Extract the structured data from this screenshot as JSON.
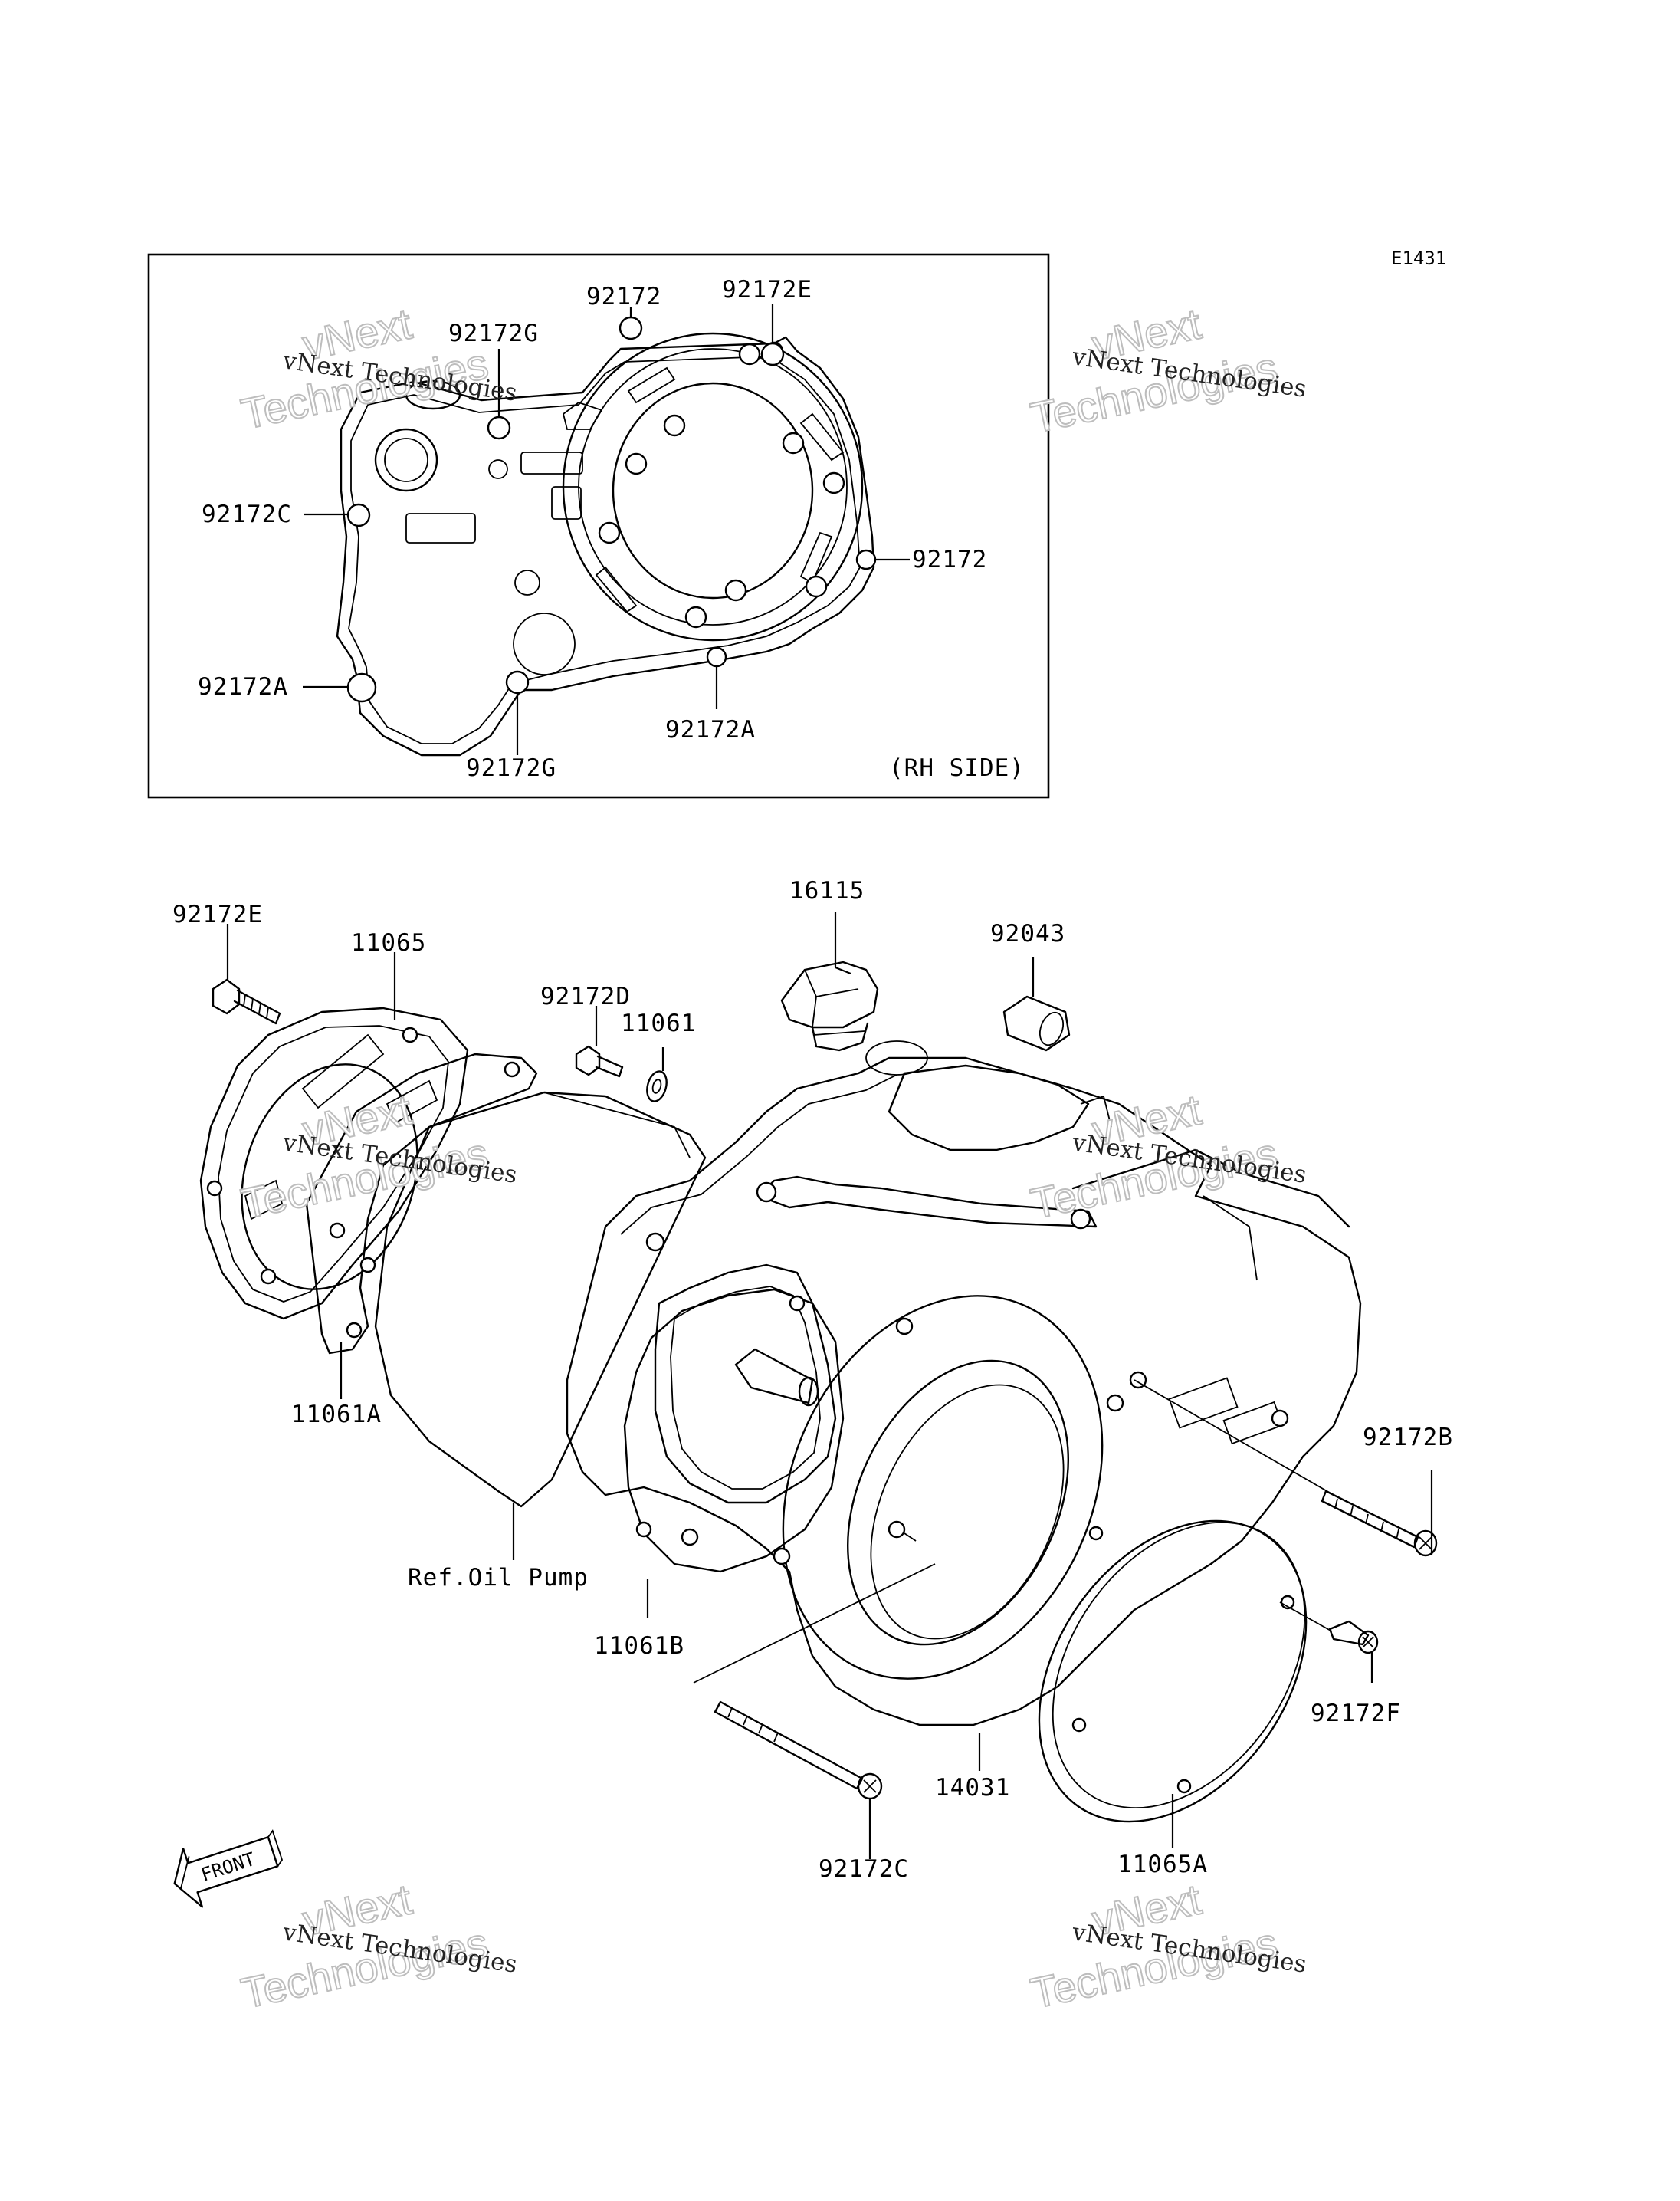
{
  "diagram_id": "E1431",
  "inset": {
    "side_label": "(RH SIDE)",
    "callouts": [
      {
        "id": "i1",
        "text": "92172"
      },
      {
        "id": "i2",
        "text": "92172E"
      },
      {
        "id": "i3",
        "text": "92172G"
      },
      {
        "id": "i4",
        "text": "92172C"
      },
      {
        "id": "i5",
        "text": "92172"
      },
      {
        "id": "i6",
        "text": "92172A"
      },
      {
        "id": "i7",
        "text": "92172G"
      },
      {
        "id": "i8",
        "text": "92172A"
      }
    ]
  },
  "main": {
    "callouts": [
      {
        "id": "m1",
        "text": "92172E"
      },
      {
        "id": "m2",
        "text": "11065"
      },
      {
        "id": "m3",
        "text": "92172D"
      },
      {
        "id": "m4",
        "text": "11061"
      },
      {
        "id": "m5",
        "text": "16115"
      },
      {
        "id": "m6",
        "text": "92043"
      },
      {
        "id": "m7",
        "text": "11061A"
      },
      {
        "id": "m8",
        "text": "Ref.Oil Pump"
      },
      {
        "id": "m9",
        "text": "11061B"
      },
      {
        "id": "m10",
        "text": "92172B"
      },
      {
        "id": "m11",
        "text": "92172F"
      },
      {
        "id": "m12",
        "text": "14031"
      },
      {
        "id": "m13",
        "text": "92172C"
      },
      {
        "id": "m14",
        "text": "11065A"
      }
    ],
    "front_arrow_label": "FRONT"
  },
  "watermark": {
    "small_text": "vNext Technologies",
    "big_line1": "vNext",
    "big_line2": "Technologies"
  }
}
